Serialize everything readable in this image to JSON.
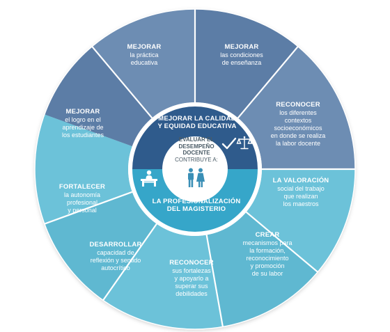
{
  "colors": {
    "dark_blue_upper": "#5b7da6",
    "dark_blue_upper_alt": "#6d8db3",
    "light_blue_lower": "#6cc2d9",
    "light_blue_lower_alt": "#5fb8d1",
    "center_top": "#2f5b8c",
    "center_bottom": "#36a6c9",
    "inner_circle": "#ffffff",
    "divider": "#ffffff"
  },
  "segments": [
    {
      "title": "MEJORAR",
      "lines": [
        "la práctica",
        "educativa"
      ]
    },
    {
      "title": "MEJORAR",
      "lines": [
        "las condiciones",
        "de enseñanza"
      ]
    },
    {
      "title": "RECONOCER",
      "lines": [
        "los diferentes",
        "contextos",
        "socioeconómicos",
        "en donde se realiza",
        "la labor docente"
      ]
    },
    {
      "title": "LA VALORACIÓN",
      "lines": [
        "social del trabajo",
        "que realizan",
        "los maestros"
      ]
    },
    {
      "title": "CREAR",
      "lines": [
        "mecanismos para",
        "la formación,",
        "reconocimiento",
        "y promoción",
        "de su labor"
      ]
    },
    {
      "title": "RECONOCER",
      "lines": [
        "sus fortalezas",
        "y apoyarlo a",
        "superar sus",
        "debilidades"
      ]
    },
    {
      "title": "DESARROLLAR",
      "lines": [
        "capacidad de",
        "reflexión y sentido",
        "autocrítico"
      ]
    },
    {
      "title": "FORTALECER",
      "lines": [
        "la autonomía",
        "profesional",
        "y personal"
      ]
    },
    {
      "title": "MEJORAR",
      "lines": [
        "el logro en el",
        "aprendizaje de",
        "los estudiantes"
      ]
    }
  ],
  "center": {
    "top_line1": "MEJORAR LA CALIDAD",
    "top_line2": "Y EQUIDAD EDUCATIVA",
    "bottom_line1": "LA PROFESIONALIZACIÓN",
    "bottom_line2": "DEL MAGISTERIO",
    "inner_line1": "EVALUAR EL",
    "inner_line2": "DESEMPEÑO",
    "inner_line3": "DOCENTE",
    "inner_line4": "CONTRIBUYE A:"
  },
  "icons": [
    "check-icon",
    "balance-scale-icon",
    "teacher-desk-icon",
    "man-woman-icon"
  ]
}
